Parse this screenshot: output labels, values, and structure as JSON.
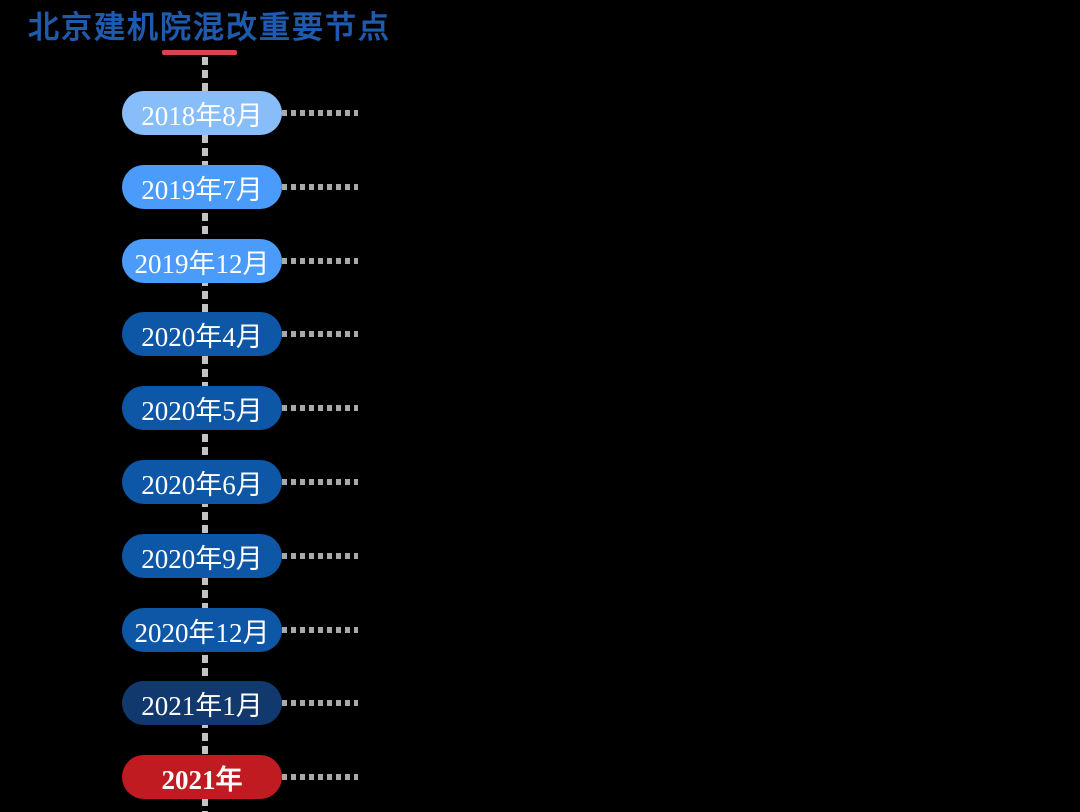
{
  "background_color": "#000000",
  "header": {
    "title": "北京建机院混改重要节点",
    "title_color": "#1E5BAE",
    "underline_color": "#DC4350"
  },
  "timeline": {
    "connector_color": "#C3C3C3",
    "nodes": [
      {
        "label": "2018年8月",
        "color": "#87BEFA",
        "text_color": "#FFFFFF",
        "bold": false
      },
      {
        "label": "2019年7月",
        "color": "#4A9BFA",
        "text_color": "#FFFFFF",
        "bold": false
      },
      {
        "label": "2019年12月",
        "color": "#4A9BFA",
        "text_color": "#FFFFFF",
        "bold": false
      },
      {
        "label": "2020年4月",
        "color": "#0E56A6",
        "text_color": "#FFFFFF",
        "bold": false
      },
      {
        "label": "2020年5月",
        "color": "#0E56A6",
        "text_color": "#FFFFFF",
        "bold": false
      },
      {
        "label": "2020年6月",
        "color": "#0E56A6",
        "text_color": "#FFFFFF",
        "bold": false
      },
      {
        "label": "2020年9月",
        "color": "#0E56A6",
        "text_color": "#FFFFFF",
        "bold": false
      },
      {
        "label": "2020年12月",
        "color": "#0E56A6",
        "text_color": "#FFFFFF",
        "bold": false
      },
      {
        "label": "2021年1月",
        "color": "#12396E",
        "text_color": "#FFFFFF",
        "bold": false
      },
      {
        "label": "2021年",
        "color": "#C01B20",
        "text_color": "#FFFFFF",
        "bold": true
      }
    ]
  }
}
